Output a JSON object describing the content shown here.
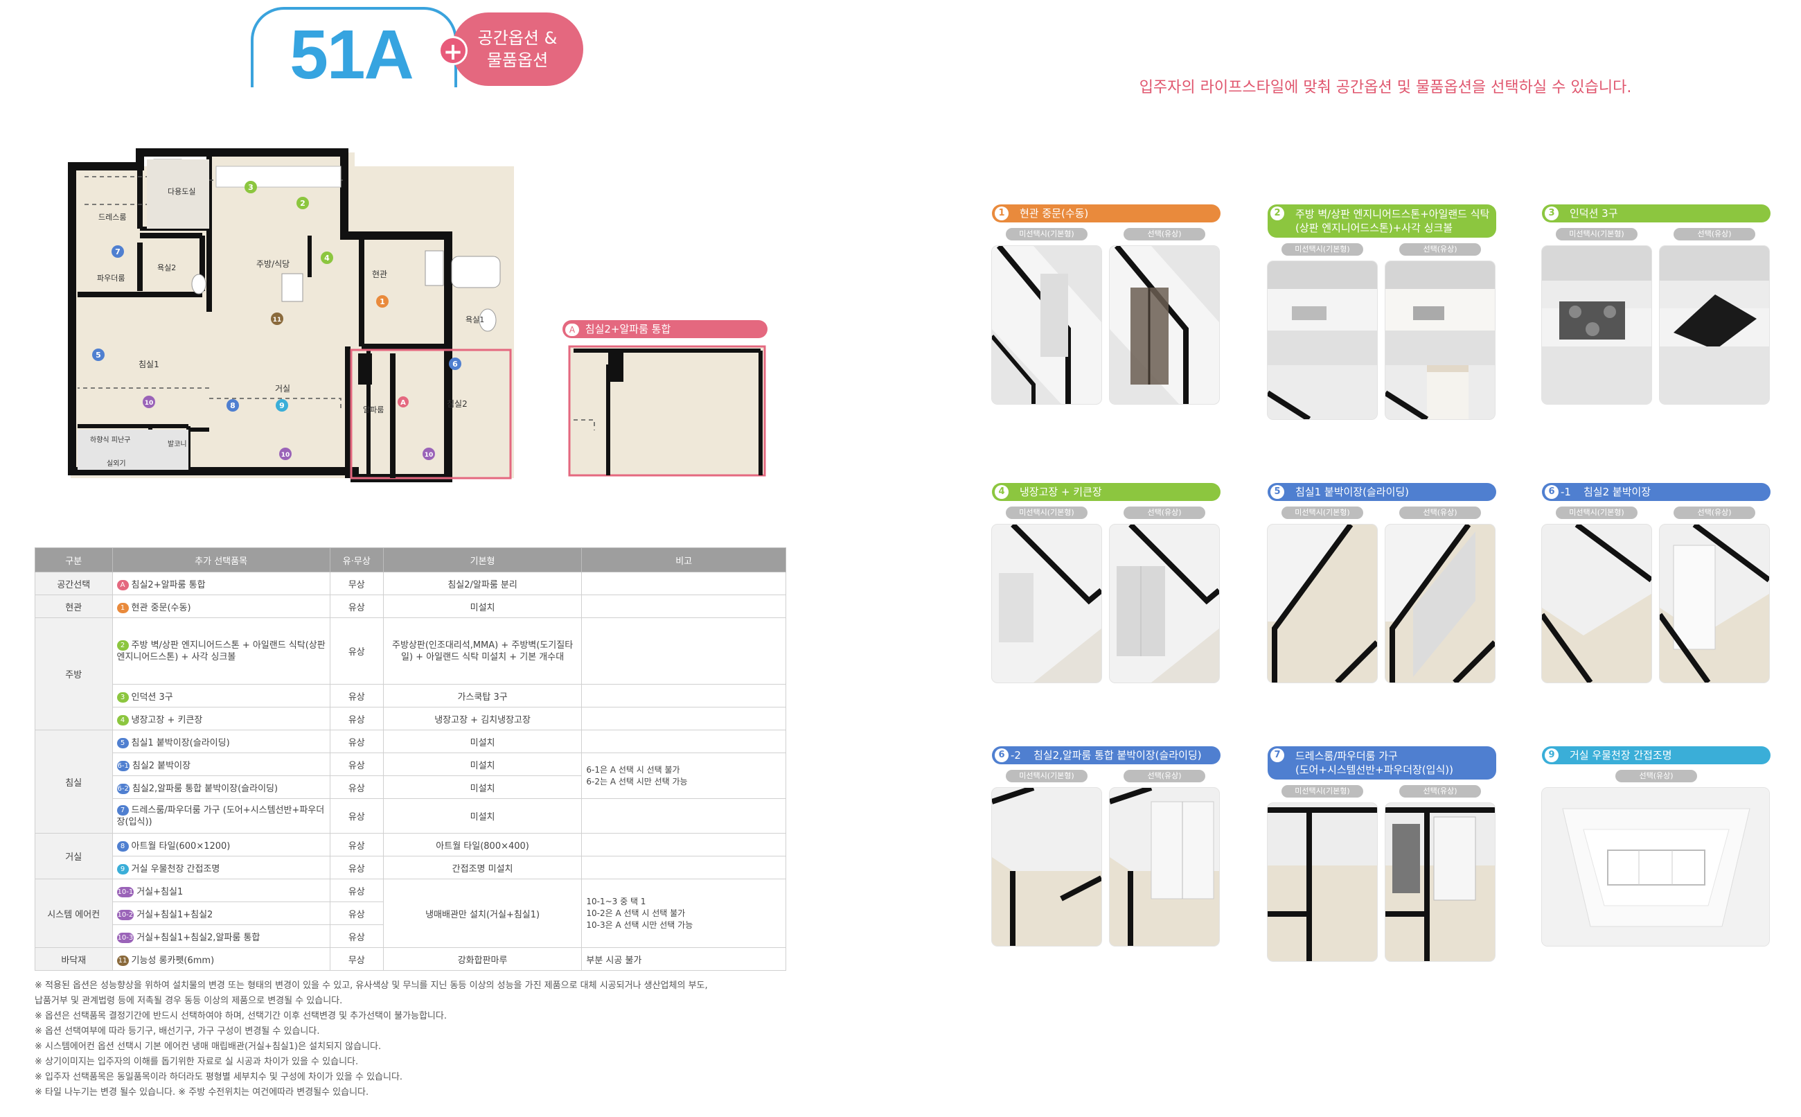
{
  "header": {
    "model": "51A",
    "option_pill": [
      "공간옵션 &",
      "물품옵션"
    ],
    "note": "입주자의 라이프스타일에 맞춰 공간옵션 및 물품옵션을 선택하실 수 있습니다."
  },
  "floorplan": {
    "rooms": {
      "dress": "드레스룸",
      "multi": "다용도실",
      "powder": "파우더룸",
      "bath2": "욕실2",
      "kitchen": "주방/식당",
      "entrance": "현관",
      "bath1": "욕실1",
      "bed1": "침실1",
      "living": "거실",
      "alpha": "알파룸",
      "bed2": "침실2",
      "evac": "하향식 피난구",
      "balcony": "발코니",
      "outdoor": "실외기"
    },
    "alt_title": "침실2+알파룸 통합",
    "alt_badge": "A",
    "colors": {
      "orange": "#e98a3c",
      "green": "#8cc63f",
      "blue": "#4f7fd0",
      "purple": "#9a63b8",
      "brown": "#8a6a3c",
      "cyan": "#3aaed8",
      "pink": "#e4687f"
    }
  },
  "table": {
    "headers": [
      "구분",
      "추가 선택품목",
      "유·무상",
      "기본형",
      "비고"
    ],
    "categories": {
      "space": "공간선택",
      "entrance": "현관",
      "kitchen": "주방",
      "bedroom": "침실",
      "living": "거실",
      "aircon": "시스템 에어컨",
      "floor": "바닥재"
    },
    "rows": [
      {
        "badge": "A",
        "item": "침실2+알파룸 통합",
        "paid": "무상",
        "base": "침실2/알파룸 분리"
      },
      {
        "badge": "1",
        "item": "현관 중문(수동)",
        "paid": "유상",
        "base": "미설치"
      },
      {
        "badge": "2",
        "item": "주방 벽/상판 엔지니어드스톤 + 아일랜드 식탁(상판 엔지니어드스톤) + 사각 싱크볼",
        "paid": "유상",
        "base": "주방상판(인조대리석,MMA) + 주방벽(도기질타일) + 아일랜드 식탁 미설치 + 기본 개수대"
      },
      {
        "badge": "3",
        "item": "인덕션 3구",
        "paid": "유상",
        "base": "가스쿡탑 3구"
      },
      {
        "badge": "4",
        "item": "냉장고장 + 키큰장",
        "paid": "유상",
        "base": "냉장고장 + 김치냉장고장"
      },
      {
        "badge": "5",
        "item": "침실1 붙박이장(슬라이딩)",
        "paid": "유상",
        "base": "미설치"
      },
      {
        "badge": "6-1",
        "item": "침실2 붙박이장",
        "paid": "유상",
        "base": "미설치"
      },
      {
        "badge": "6-2",
        "item": "침실2,알파룸 통합 붙박이장(슬라이딩)",
        "paid": "유상",
        "base": "미설치"
      },
      {
        "badge": "7",
        "item": "드레스룸/파우더룸 가구 (도어+시스템선반+파우더장(입식))",
        "paid": "유상",
        "base": "미설치"
      },
      {
        "badge": "8",
        "item": "아트월 타일(600×1200)",
        "paid": "유상",
        "base": "아트월 타일(800×400)"
      },
      {
        "badge": "9",
        "item": "거실 우물천장 간접조명",
        "paid": "유상",
        "base": "간접조명 미설치"
      },
      {
        "badge": "10-1",
        "item": "거실+침실1",
        "paid": "유상",
        "base": "냉매배관만 설치(거실+침실1)"
      },
      {
        "badge": "10-2",
        "item": "거실+침실1+침실2",
        "paid": "유상",
        "base": ""
      },
      {
        "badge": "10-3",
        "item": "거실+침실1+침실2,알파룸 통합",
        "paid": "유상",
        "base": ""
      },
      {
        "badge": "11",
        "item": "기능성 롱카펫(6mm)",
        "paid": "무상",
        "base": "강화합판마루"
      }
    ],
    "remark_bed": [
      "6-1은 A 선택 시 선택 불가",
      "6-2는 A 선택 시만 선택 가능"
    ],
    "remark_aircon": [
      "10-1~3 중 택 1",
      "10-2은 A 선택 시 선택 불가",
      "10-3은 A 선택 시만 선택 가능"
    ],
    "remark_floor": "부분 시공 불가"
  },
  "notes": [
    "※ 적용된 옵션은 성능향상을 위하여 설치물의 변경 또는 형태의 변경이 있을 수 있고, 유사색상 및 무늬를 지닌 동등 이상의 성능을 가진 제품으로 대체 시공되거나 생산업체의 부도,",
    "   납품거부 및 관계법령 등에 저촉될 경우 동등 이상의 제품으로 변경될 수 있습니다.",
    "※ 옵션은 선택품목 결정기간에 반드시 선택하여야 하며, 선택기간 이후 선택변경 및 추가선택이 불가능합니다.",
    "※ 옵션 선택여부에 따라 등기구, 배선기구, 가구 구성이 변경될 수 있습니다.",
    "※ 시스템에어컨 옵션 선택시 기본 에어컨 냉매 매립배관(거실+침실1)은 설치되지 않습니다.",
    "※ 상기이미지는 입주자의 이해를 돕기위한 자료로 실 시공과 차이가 있을 수 있습니다.",
    "※ 입주자 선택품목은 동일품목이라 하더라도 평형별 세부치수 및 구성에 차이가 있을 수 있습니다.",
    "※ 타일 나누기는 변경 될수 있습니다.   ※ 주방 수전위치는 여건에따라 변경될수 있습니다."
  ],
  "labels": {
    "basic": "미선택시(기본형)",
    "selected": "선택(유상)"
  },
  "cards": [
    {
      "num": "1",
      "title": "현관 중문(수동)",
      "color": "#e98a3c"
    },
    {
      "num": "2",
      "title": "주방 벽/상판 엔지니어드스톤+아일랜드 식탁",
      "title2": "(상판 엔지니어드스톤)+사각 싱크볼",
      "color": "#8cc63f"
    },
    {
      "num": "3",
      "title": "인덕션 3구",
      "color": "#8cc63f"
    },
    {
      "num": "4",
      "title": "냉장고장 + 키큰장",
      "color": "#8cc63f"
    },
    {
      "num": "5",
      "title": "침실1 붙박이장(슬라이딩)",
      "color": "#4f7fd0"
    },
    {
      "num": "6",
      "sub": "-1",
      "title": "침실2 붙박이장",
      "color": "#4f7fd0"
    },
    {
      "num": "6",
      "sub": "-2",
      "title": "침실2,알파룸 통합 붙박이장(슬라이딩)",
      "color": "#4f7fd0"
    },
    {
      "num": "7",
      "title": "드레스룸/파우더룸 가구",
      "title2": "(도어+시스템선반+파우더장(입식))",
      "color": "#4f7fd0"
    },
    {
      "num": "9",
      "title": "거실 우물천장 간접조명",
      "color": "#3aaed8"
    }
  ]
}
